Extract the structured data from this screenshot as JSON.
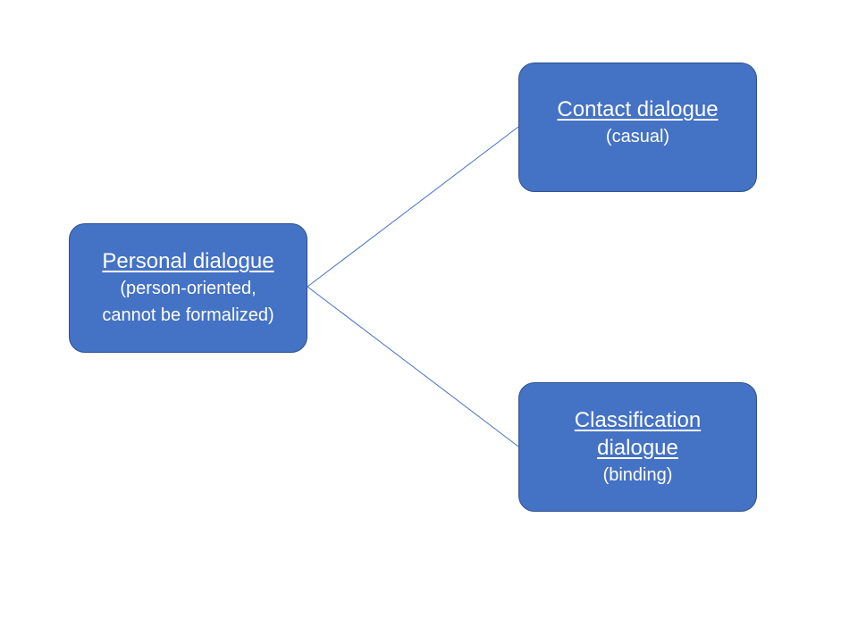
{
  "colors": {
    "node_fill": "#4472c4",
    "node_border": "#2f528f",
    "node_text": "#ffffff",
    "connector": "#4472c4",
    "background": "#ffffff"
  },
  "diagram": {
    "nodes": {
      "personal": {
        "title": "Personal dialogue",
        "subtitle_line1": "(person-oriented,",
        "subtitle_line2": "cannot be formalized)"
      },
      "contact": {
        "title": "Contact dialogue",
        "subtitle": "(casual)"
      },
      "classification": {
        "title": "Classification dialogue ",
        "subtitle": "(binding)"
      }
    },
    "edges": [
      {
        "from": "personal",
        "to": "contact"
      },
      {
        "from": "personal",
        "to": "classification"
      }
    ]
  }
}
